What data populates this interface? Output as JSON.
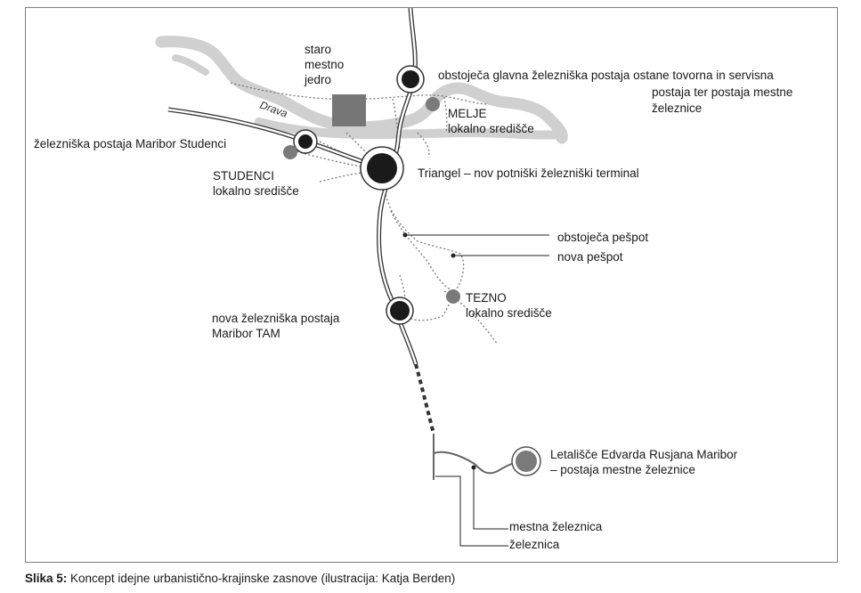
{
  "figure": {
    "river_name": "Drava",
    "labels": {
      "old_center": "staro\nmestno\njedro",
      "main_station": "obstoječa glavna železniška postaja ostane tovorna in servisna",
      "main_station_2": "postaja ter postaja mestne",
      "main_station_3": "železnice",
      "melje": "MELJE\nlokalno središče",
      "studenci_station": "železniška postaja Maribor Studenci",
      "studenci": "STUDENCI\nlokalno središče",
      "triangel": "Triangel – nov potniški železniški terminal",
      "existing_footpath": "obstoječa pešpot",
      "new_footpath": "nova pešpot",
      "tezno": "TEZNO\nlokalno središče",
      "tam_station": "nova železniška postaja\nMaribor TAM",
      "airport": "Letališče Edvarda Rusjana Maribor\n– postaja mestne železnice",
      "city_rail": "mestna železnica",
      "railway": "železnica"
    }
  },
  "caption": {
    "prefix": "Slika 5:",
    "text": " Koncept idejne urbanistično-krajinske zasnove (ilustracija: Katja Berden)"
  },
  "colors": {
    "river": "#d0d0d0",
    "old_center": "#777777",
    "local_center": "#7a7a7a",
    "station": "#1a1a1a",
    "rail": "#333333",
    "footpath": "#777777"
  }
}
